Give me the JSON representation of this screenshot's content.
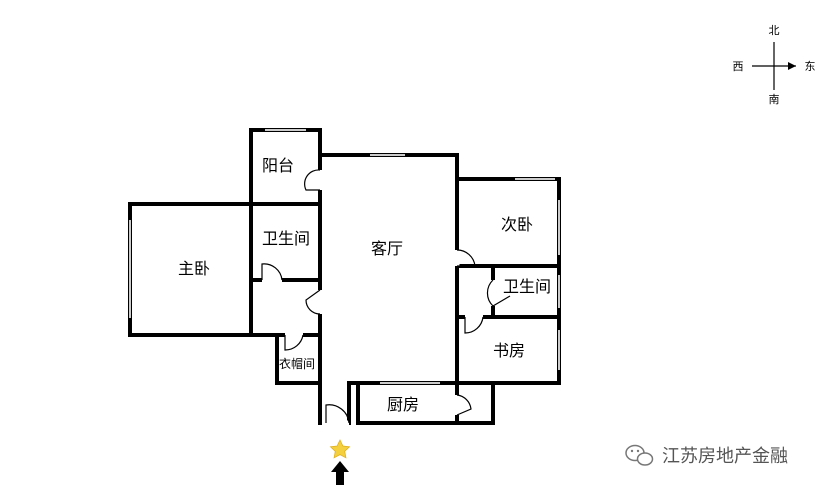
{
  "compass": {
    "north": "北",
    "south": "南",
    "east": "东",
    "west": "西"
  },
  "rooms": {
    "balcony": "阳台",
    "bathroom_master": "卫生间",
    "master_bedroom": "主卧",
    "cloakroom": "衣帽间",
    "living_room": "客厅",
    "second_bedroom": "次卧",
    "bathroom_second": "卫生间",
    "study": "书房",
    "kitchen": "厨房"
  },
  "watermark": {
    "text": "江苏房地产金融",
    "icon": "wechat-icon"
  },
  "markers": {
    "entrance_star": "star-icon",
    "entrance_arrow": "arrow-up-icon",
    "star_color": "#f4d03f"
  }
}
